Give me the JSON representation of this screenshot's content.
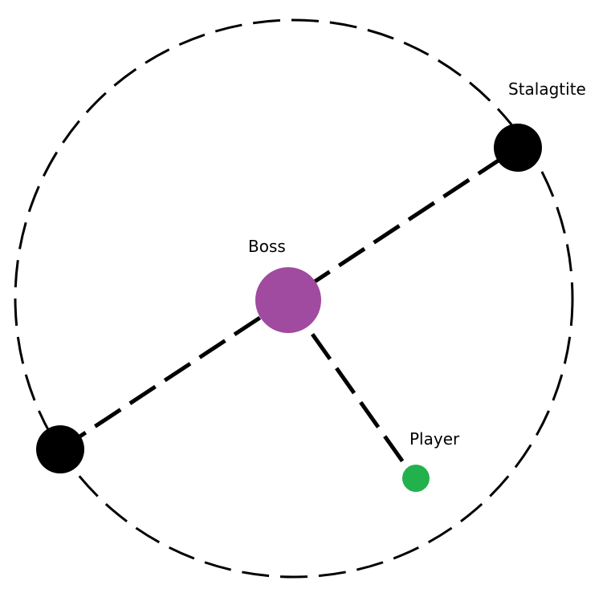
{
  "labels": {
    "stalagtite": "Stalagtite",
    "boss": "Boss",
    "player": "Player"
  },
  "colors": {
    "boss": "#a04aa0",
    "player": "#22b14c",
    "stalagtite": "#000000",
    "line": "#000000",
    "background": "#ffffff"
  },
  "icons": {
    "boss": "circle",
    "player": "circle",
    "stalagtite": "circle"
  }
}
